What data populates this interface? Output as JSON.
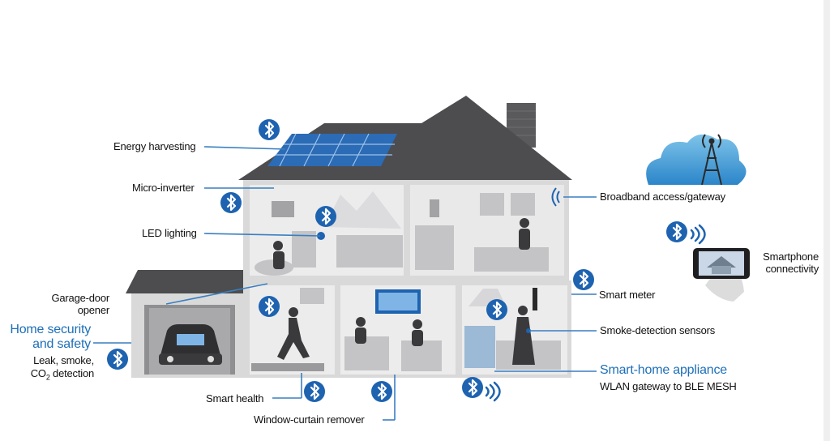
{
  "labels": {
    "energy_harvesting": "Energy harvesting",
    "micro_inverter": "Micro-inverter",
    "led_lighting": "LED lighting",
    "garage_door_l1": "Garage-door",
    "garage_door_l2": "opener",
    "home_security_l1": "Home security",
    "home_security_l2": "and safety",
    "leak_l1": "Leak, smoke,",
    "leak_l2_pre": "CO",
    "leak_l2_sub": "2",
    "leak_l2_post": " detection",
    "smart_health": "Smart health",
    "window_curtain": "Window-curtain remover",
    "broadband": "Broadband access/gateway",
    "smartphone_l1": "Smartphone",
    "smartphone_l2": "connectivity",
    "smart_meter": "Smart meter",
    "smoke_detection": "Smoke-detection sensors",
    "smart_home_appliance": "Smart-home appliance",
    "wlan_gateway": "WLAN gateway to BLE MESH"
  },
  "colors": {
    "accent_blue": "#1d6fb8",
    "bluetooth_blue": "#1e63b0",
    "roof": "#4d4d4f",
    "wall": "#d9d9d9",
    "room": "#ececec",
    "line": "#3a7fc1"
  },
  "icons": [
    "bluetooth-icon",
    "wifi-icon",
    "cloud-icon",
    "tower-icon",
    "smartphone-icon",
    "car-icon",
    "solar-panel-icon"
  ]
}
